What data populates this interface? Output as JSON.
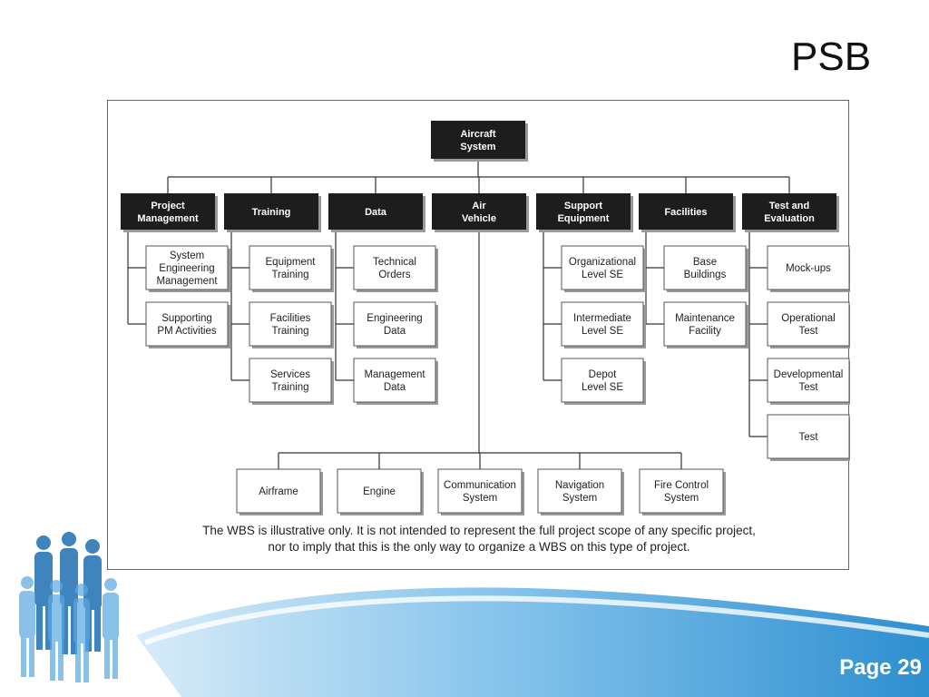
{
  "slide": {
    "title": "PSB",
    "page_label": "Page 29"
  },
  "colors": {
    "dark_box": "#1d1d1d",
    "footer_blue": "#2e8fd0"
  },
  "wbs": {
    "root": {
      "name": "Aircraft\nSystem"
    },
    "level1": [
      {
        "name": "Project\nManagement",
        "children": [
          "System\nEngineering\nManagement",
          "Supporting\nPM Activities"
        ]
      },
      {
        "name": "Training",
        "children": [
          "Equipment\nTraining",
          "Facilities\nTraining",
          "Services\nTraining"
        ]
      },
      {
        "name": "Data",
        "children": [
          "Technical\nOrders",
          "Engineering\nData",
          "Management\nData"
        ]
      },
      {
        "name": "Air\nVehicle",
        "children": [
          "Airframe",
          "Engine",
          "Communication\nSystem",
          "Navigation\nSystem",
          "Fire Control\nSystem"
        ]
      },
      {
        "name": "Support\nEquipment",
        "children": [
          "Organizational\nLevel SE",
          "Intermediate\nLevel SE",
          "Depot\nLevel SE"
        ]
      },
      {
        "name": "Facilities",
        "children": [
          "Base\nBuildings",
          "Maintenance\nFacility"
        ]
      },
      {
        "name": "Test and\nEvaluation",
        "children": [
          "Mock-ups",
          "Operational\nTest",
          "Developmental\nTest",
          "Test"
        ]
      }
    ]
  },
  "note": [
    "The WBS is illustrative only. It is not intended to represent the full project scope of any specific project,",
    "nor to imply that this is the only way to organize a WBS on this type of project."
  ]
}
